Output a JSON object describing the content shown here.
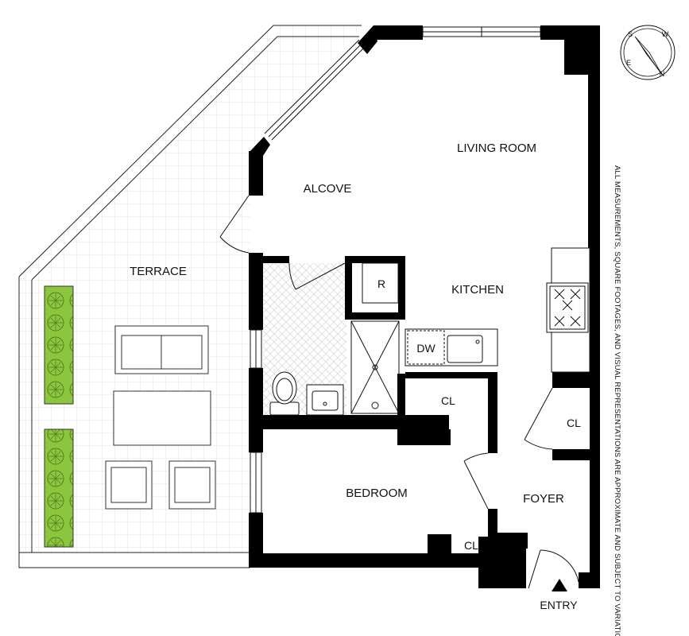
{
  "rooms": {
    "living_room": "LIVING ROOM",
    "alcove": "ALCOVE",
    "terrace": "TERRACE",
    "kitchen": "KITCHEN",
    "bedroom": "BEDROOM",
    "foyer": "FOYER",
    "closet_hall": "CL",
    "closet_foyer": "CL",
    "closet_bedroom": "CL"
  },
  "fixtures": {
    "refrigerator": "R",
    "dishwasher": "DW"
  },
  "entry_label": "ENTRY",
  "disclaimer": "ALL MEASUREMENTS, SQUARE FOOTAGES, AND VISUAL REPRESENTATIONS ARE APPROXIMATE AND SUBJECT TO VARIATION.",
  "compass": {
    "letters": [
      "N",
      "S",
      "E",
      "W"
    ]
  },
  "colors": {
    "wall": "#000000",
    "planter": "#8cc63f",
    "grid": "#dcdcdc"
  }
}
